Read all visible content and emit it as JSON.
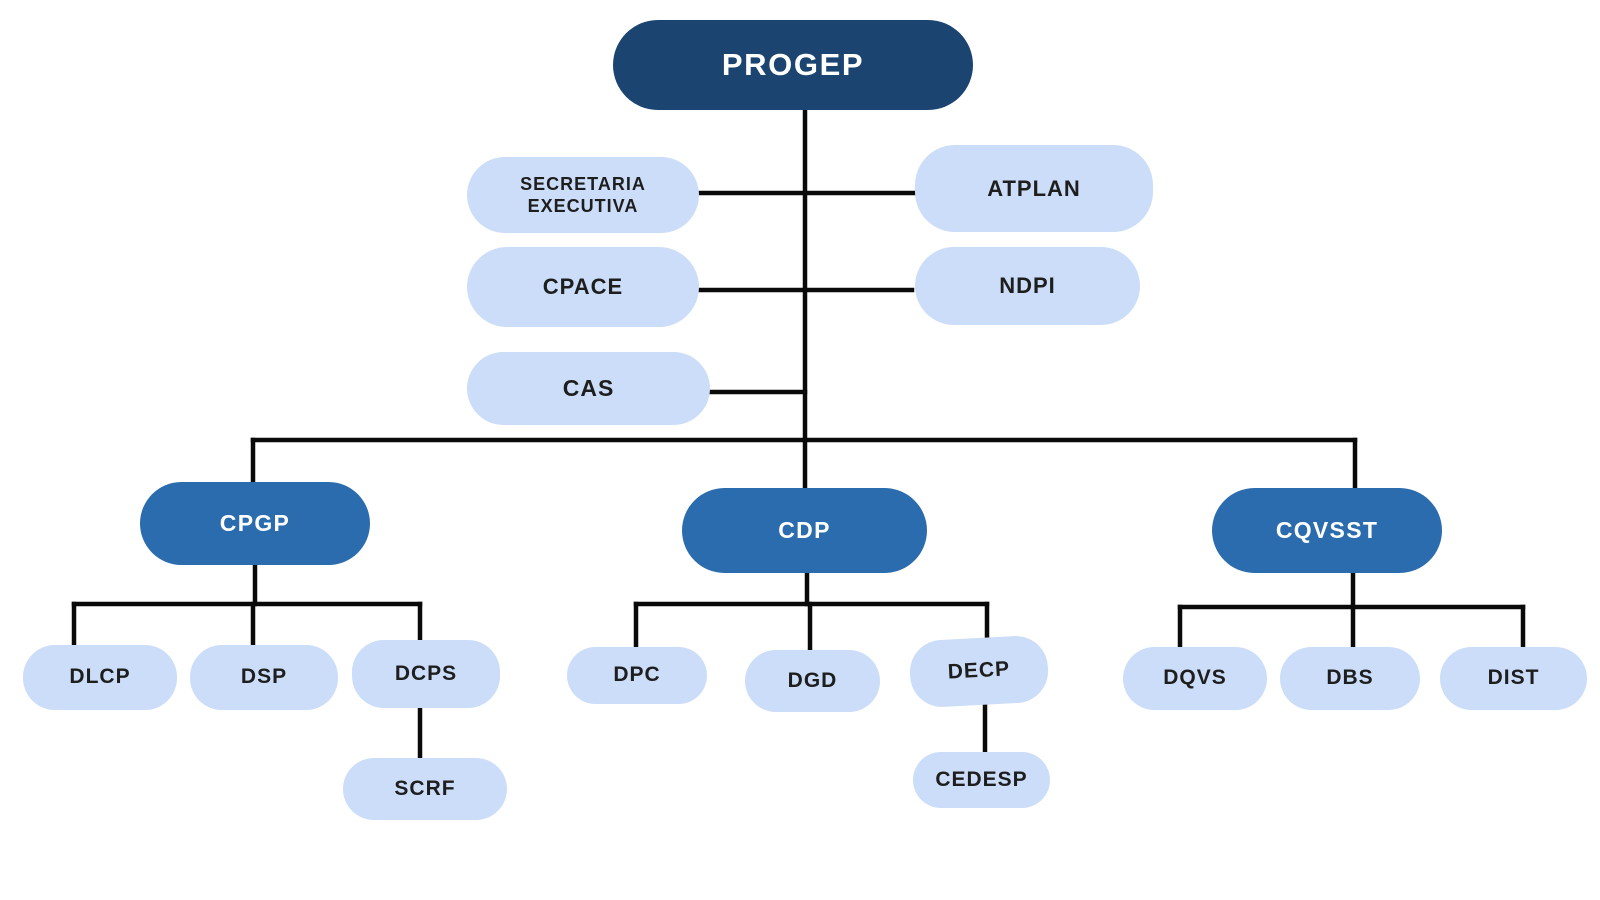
{
  "palette": {
    "navy": "#1b4470",
    "blue": "#2b6cae",
    "light": "#cbddf8",
    "ink": "#1e1e1e",
    "line": "#0a0a0a",
    "bg": "#ffffff"
  },
  "nodes": {
    "progep": "PROGEP",
    "secretaria_executiva": "SECRETARIA EXECUTIVA",
    "atplan": "ATPLAN",
    "cpace": "CPACE",
    "ndpi": "NDPI",
    "cas": "CAS",
    "cpgp": "CPGP",
    "cdp": "CDP",
    "cqvsst": "CQVSST",
    "dlcp": "DLCP",
    "dsp": "DSP",
    "dcps": "DCPS",
    "scrf": "SCRF",
    "dpc": "DPC",
    "dgd": "DGD",
    "decp": "DECP",
    "cedesp": "CEDESP",
    "dqvs": "DQVS",
    "dbs": "DBS",
    "dist": "DIST"
  },
  "hierarchy": {
    "root": "PROGEP",
    "staff_units": [
      "SECRETARIA EXECUTIVA",
      "ATPLAN",
      "CPACE",
      "NDPI",
      "CAS"
    ],
    "divisions": [
      {
        "name": "CPGP",
        "children": [
          "DLCP",
          "DSP",
          {
            "name": "DCPS",
            "children": [
              "SCRF"
            ]
          }
        ]
      },
      {
        "name": "CDP",
        "children": [
          "DPC",
          "DGD",
          {
            "name": "DECP",
            "children": [
              "CEDESP"
            ]
          }
        ]
      },
      {
        "name": "CQVSST",
        "children": [
          "DQVS",
          "DBS",
          "DIST"
        ]
      }
    ]
  }
}
